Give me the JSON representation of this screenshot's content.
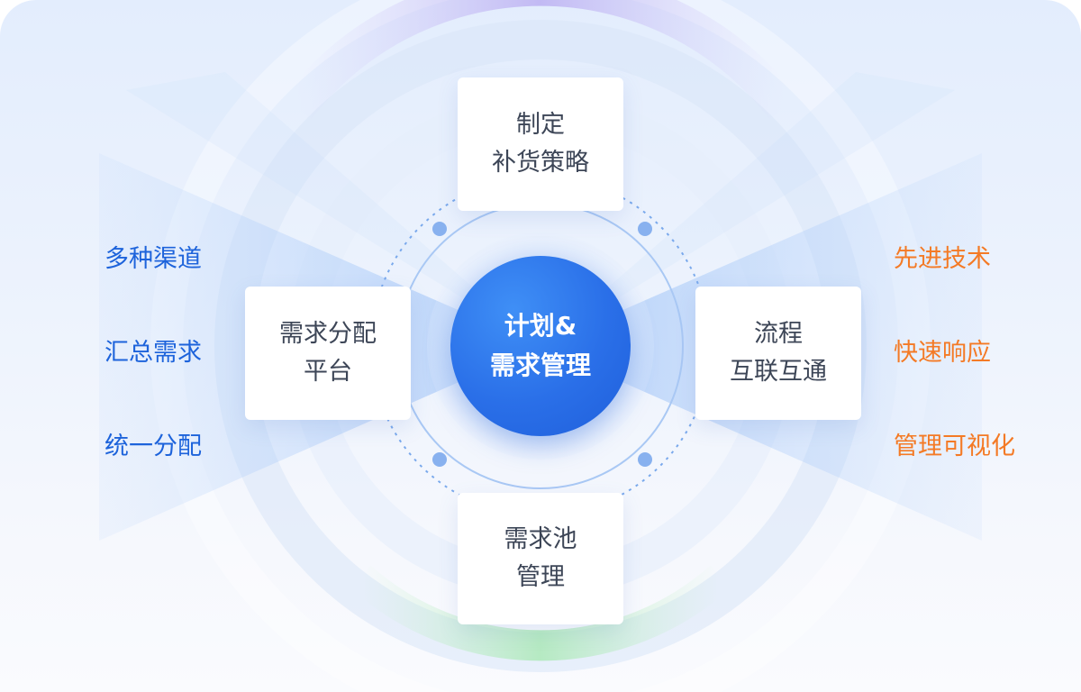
{
  "center": {
    "line1": "计划&",
    "line2": "需求管理"
  },
  "cards": {
    "top": {
      "line1": "制定",
      "line2": "补货策略"
    },
    "left": {
      "line1": "需求分配",
      "line2": "平台"
    },
    "right": {
      "line1": "流程",
      "line2": "互联互通"
    },
    "bottom": {
      "line1": "需求池",
      "line2": "管理"
    }
  },
  "left_features": [
    "多种渠道",
    "汇总需求",
    "统一分配"
  ],
  "right_features": [
    "先进技术",
    "快速响应",
    "管理可视化"
  ],
  "colors": {
    "hub": "#2a6fe8",
    "left_text": "#1d63db",
    "right_text": "#f47a25",
    "card_text": "#3d4657",
    "accent_purple": "#b7a8f0",
    "accent_green": "#a9e8b4"
  }
}
